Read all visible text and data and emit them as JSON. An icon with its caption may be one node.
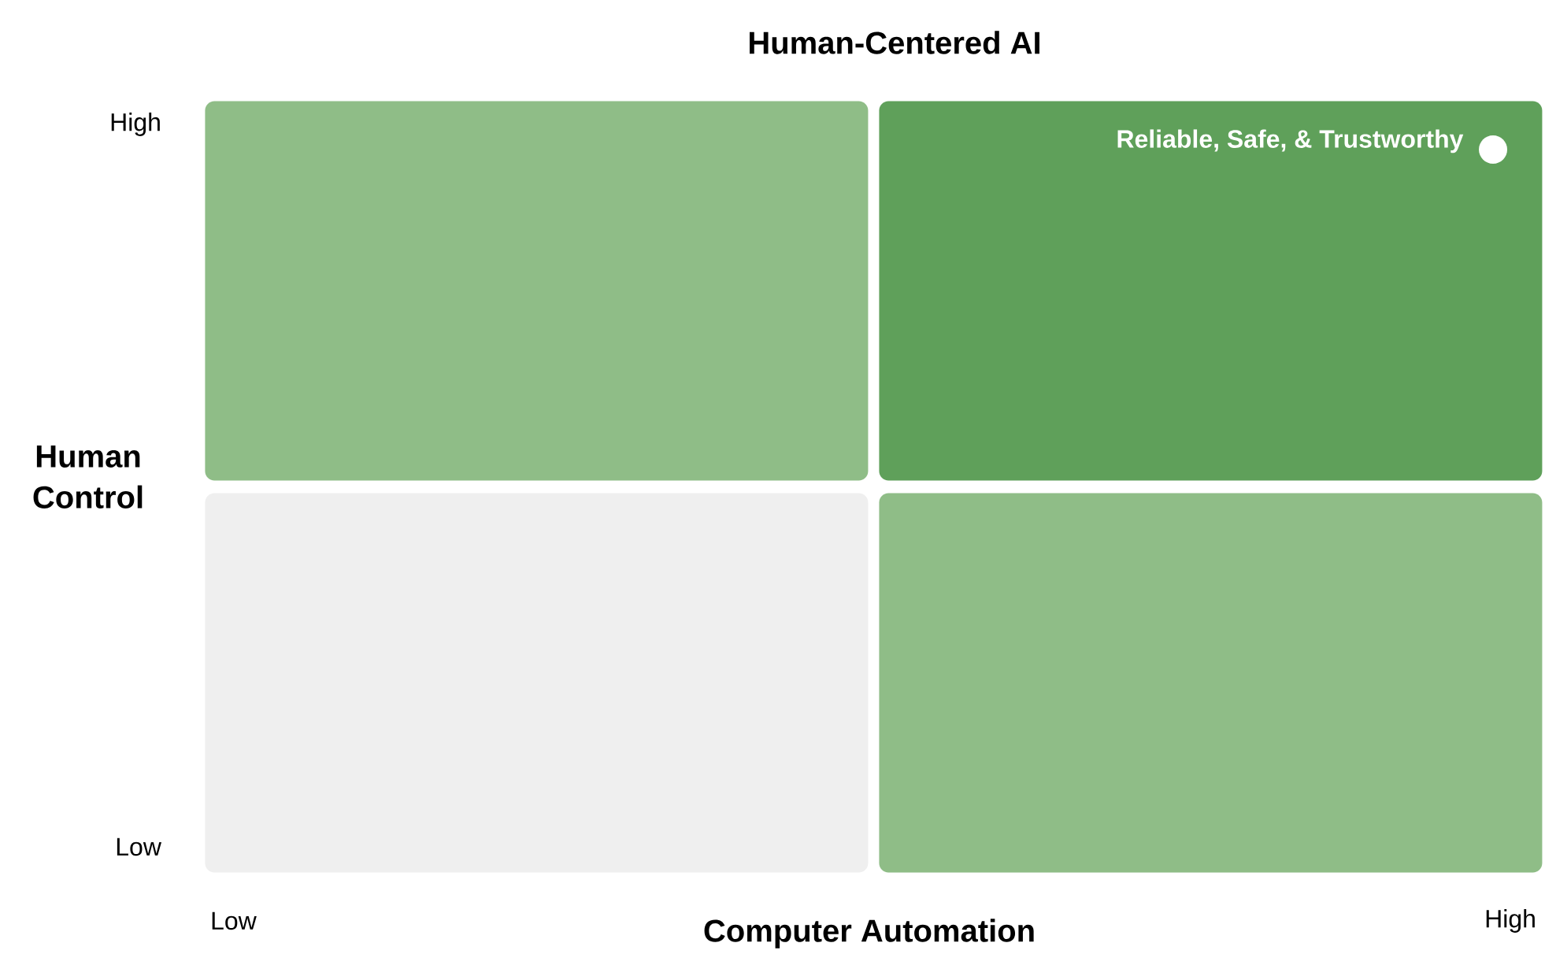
{
  "diagram": {
    "title": "Human-Centered AI",
    "nodes": [
      {
        "text": [],
        "shape": "box"
      },
      {
        "text": [
          "Reliable, Safe, & Trustworthy"
        ]
      },
      {
        "text": [],
        "shape": "box"
      },
      {
        "text": [],
        "shape": "box"
      }
    ],
    "edges": [],
    "labels": [
      "High",
      "Human Control",
      "Low",
      "Low",
      "Computer Automation",
      "High"
    ]
  }
}
